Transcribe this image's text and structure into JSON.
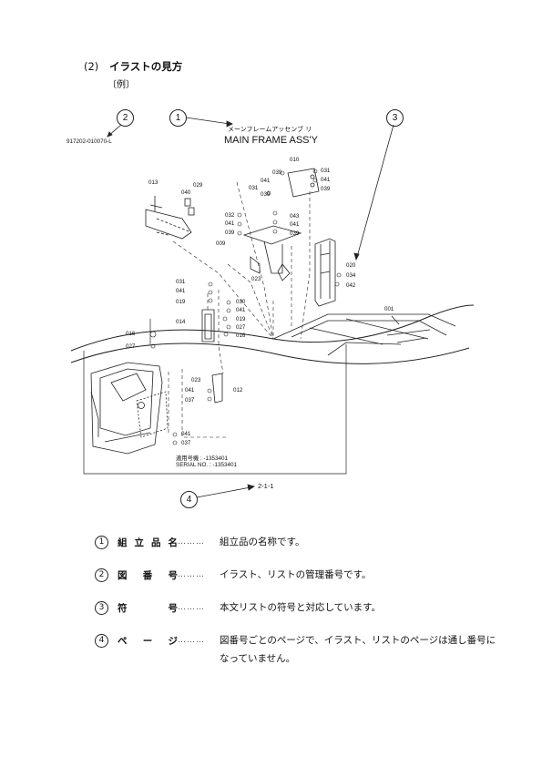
{
  "section": {
    "number": "(2)",
    "title": "イラストの見方"
  },
  "example_label": "〔例〕",
  "callouts": [
    "2",
    "1",
    "3",
    "4"
  ],
  "assembly_name_jp": "メーンフレームアッセンブ リ",
  "assembly_name_en": "MAIN FRAME ASS'Y",
  "drawing_number": "917202-010070-L",
  "page_ref": "2-1-1",
  "serial": {
    "jp": "適用号機  : -1353401",
    "en": "SERIAL NO.  : -1353401"
  },
  "part_labels": [
    "031",
    "039",
    "041",
    "031",
    "039",
    "010",
    "041",
    "039",
    "013",
    "040",
    "029",
    "032",
    "041",
    "039",
    "009",
    "043",
    "041",
    "039",
    "023",
    "020",
    "034",
    "042",
    "031",
    "041",
    "019",
    "014",
    "030",
    "041",
    "019",
    "027",
    "016",
    "016",
    "027",
    "001",
    "023",
    "041",
    "012",
    "037",
    "041",
    "037"
  ],
  "legend": [
    {
      "mark": "1",
      "term": [
        "組",
        "立",
        "品",
        "名"
      ],
      "dots": "………",
      "desc": "組立品の名称です。"
    },
    {
      "mark": "2",
      "term": [
        "図",
        "番",
        "号"
      ],
      "dots": "………",
      "desc": "イラスト、リストの管理番号です。"
    },
    {
      "mark": "3",
      "term": [
        "符",
        "号"
      ],
      "dots": "………",
      "desc": "本文リストの符号と対応しています。"
    },
    {
      "mark": "4",
      "term": [
        "ペ",
        "ー",
        "ジ"
      ],
      "dots": "………",
      "desc": "図番号ごとのページで、イラスト、リストのページは通し番号になっていません。"
    }
  ]
}
